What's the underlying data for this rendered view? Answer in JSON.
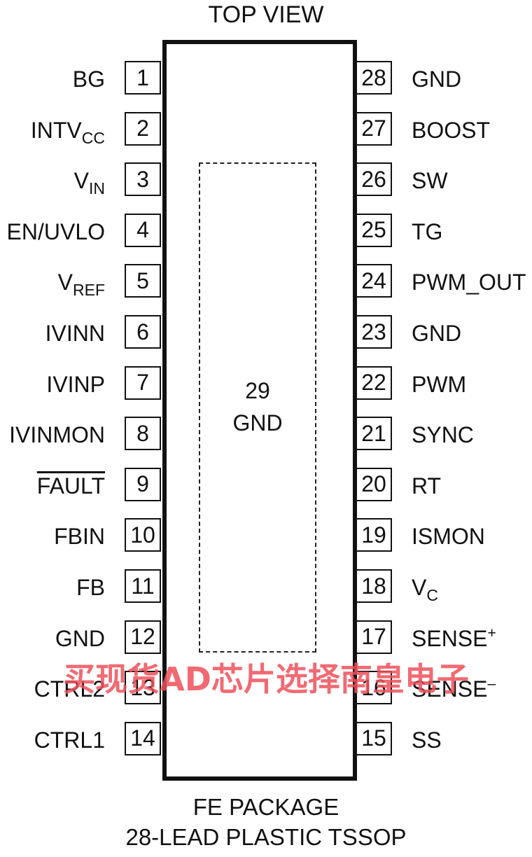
{
  "title": "TOP VIEW",
  "exposed_pad": {
    "number": "29",
    "name": "GND"
  },
  "left_pins": [
    {
      "num": "1",
      "name": "BG"
    },
    {
      "num": "2",
      "name": "INTV",
      "sub": "CC"
    },
    {
      "num": "3",
      "name": "V",
      "sub": "IN"
    },
    {
      "num": "4",
      "name": "EN/UVLO"
    },
    {
      "num": "5",
      "name": "V",
      "sub": "REF"
    },
    {
      "num": "6",
      "name": "IVINN"
    },
    {
      "num": "7",
      "name": "IVINP"
    },
    {
      "num": "8",
      "name": "IVINMON"
    },
    {
      "num": "9",
      "name": "FAULT",
      "overline": true
    },
    {
      "num": "10",
      "name": "FBIN"
    },
    {
      "num": "11",
      "name": "FB"
    },
    {
      "num": "12",
      "name": "GND"
    },
    {
      "num": "13",
      "name": "CTRL2"
    },
    {
      "num": "14",
      "name": "CTRL1"
    }
  ],
  "right_pins": [
    {
      "num": "28",
      "name": "GND"
    },
    {
      "num": "27",
      "name": "BOOST"
    },
    {
      "num": "26",
      "name": "SW"
    },
    {
      "num": "25",
      "name": "TG"
    },
    {
      "num": "24",
      "name": "PWM_OUT"
    },
    {
      "num": "23",
      "name": "GND"
    },
    {
      "num": "22",
      "name": "PWM"
    },
    {
      "num": "21",
      "name": "SYNC"
    },
    {
      "num": "20",
      "name": "RT"
    },
    {
      "num": "19",
      "name": "ISMON"
    },
    {
      "num": "18",
      "name": "V",
      "sub": "C"
    },
    {
      "num": "17",
      "name": "SENSE",
      "sup": "+"
    },
    {
      "num": "16",
      "name": "SENSE",
      "sup": "–"
    },
    {
      "num": "15",
      "name": "SS"
    }
  ],
  "watermark": "买现货AD芯片选择南皇电子",
  "footer": {
    "line1": "FE PACKAGE",
    "line2": "28-LEAD PLASTIC TSSOP"
  }
}
